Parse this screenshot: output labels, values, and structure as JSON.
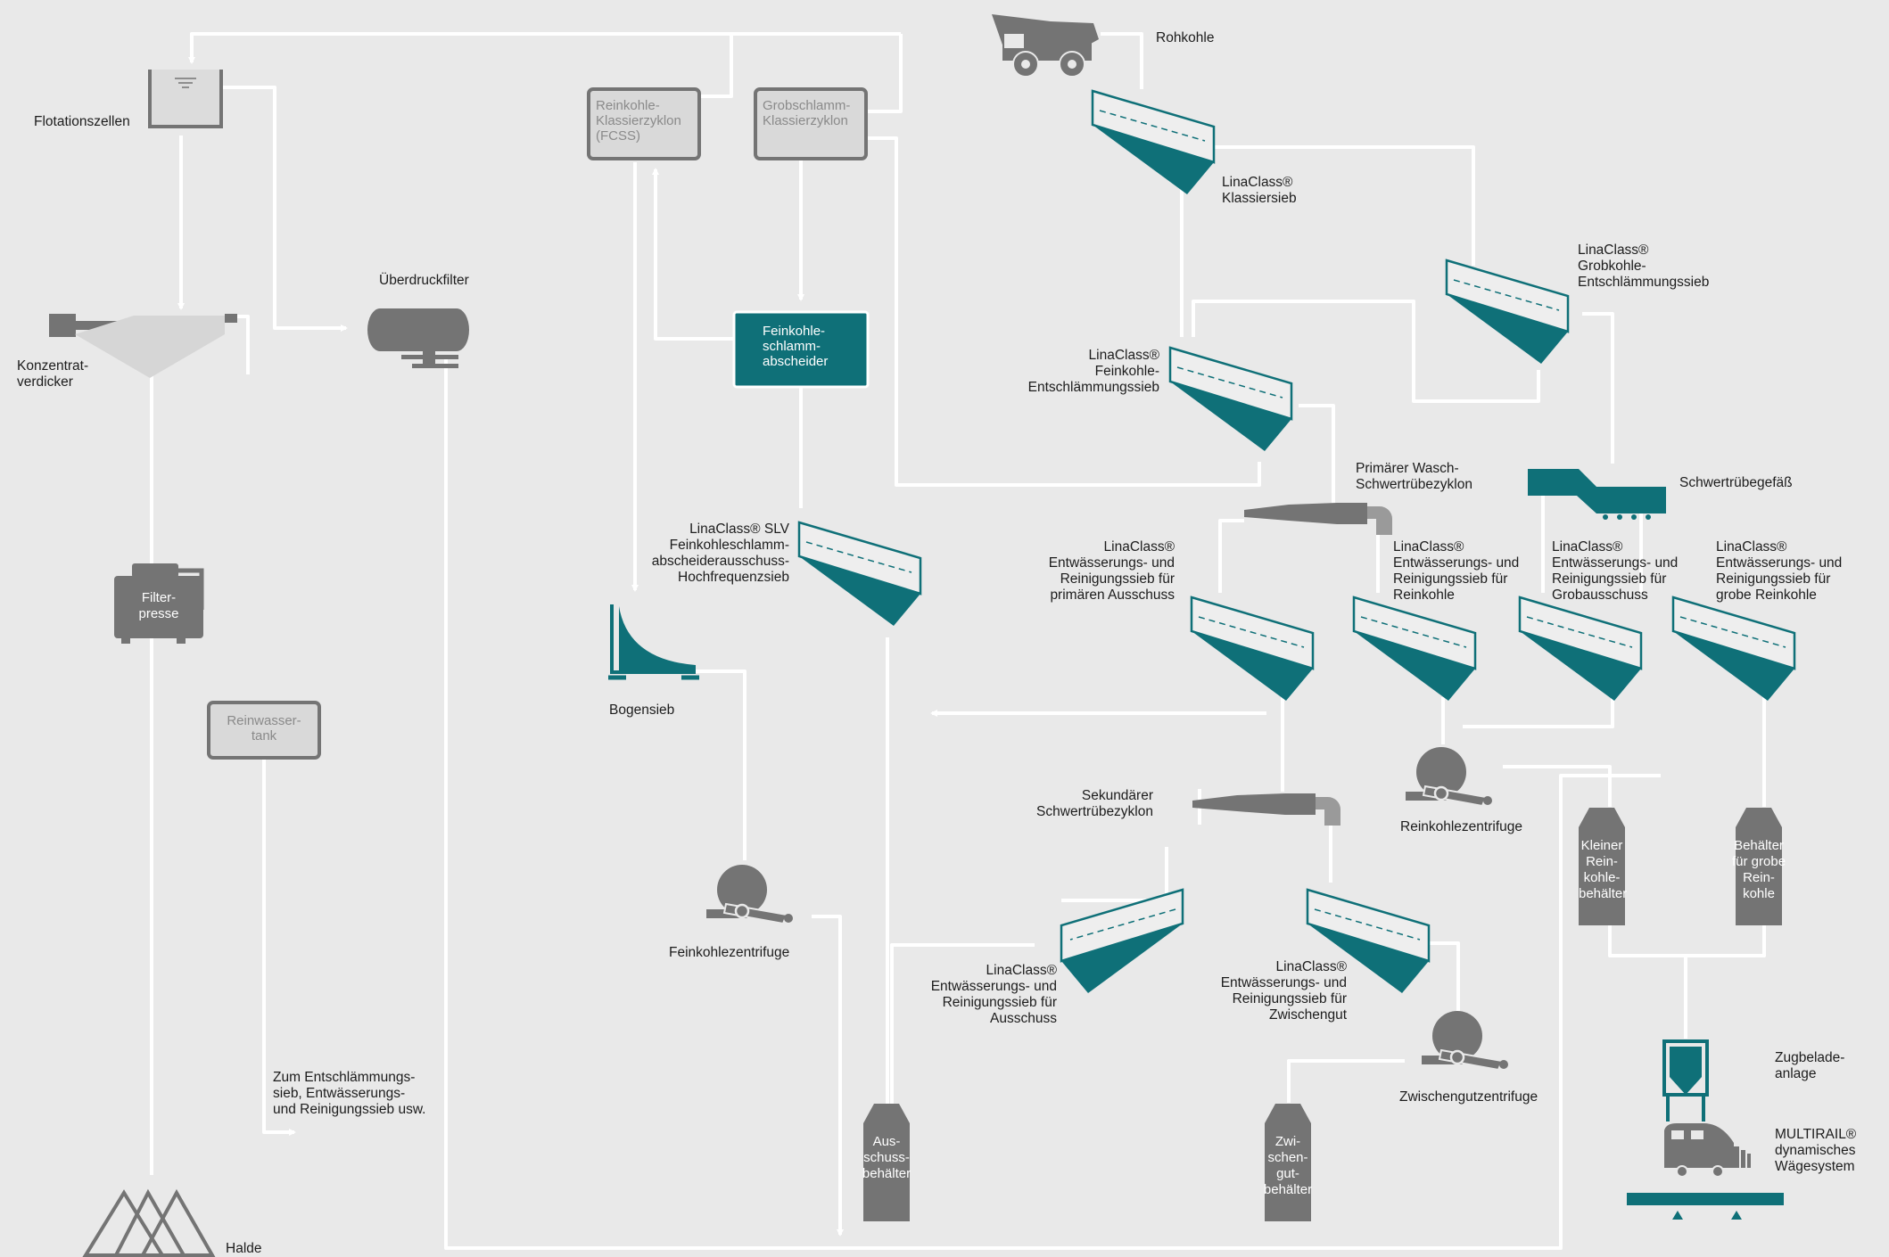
{
  "colors": {
    "background": "#e9e9e9",
    "flow_line": "#ffffff",
    "machine": "#747474",
    "accent": "#0f7078",
    "box_fill": "#d9d9d9",
    "text": "#1c1c1c"
  },
  "labels": {
    "rohkohle": "Rohkohle",
    "flotationszellen": "Flotationszellen",
    "ueberdruckfilter": "Überdruckfilter",
    "konzentratverdicker": "Konzentrat-\nverdicker",
    "klassiersieb": "LinaClass®\nKlassiersieb",
    "grobkohle_sieb": "LinaClass®\nGrobkohle-\nEntschlämmungssieb",
    "feinkohle_sieb": "LinaClass®\nFeinkohle-\nEntschlämmungssieb",
    "primaer_zyklon": "Primärer Wasch-\nSchwertrübezyklon",
    "schwertruebegefaess": "Schwertrübegefäß",
    "sieb_primaer_ausschuss": "LinaClass®\nEntwässerungs- und\nReinigungssieb für\nprimären Ausschuss",
    "sieb_reinkohle": "LinaClass®\nEntwässerungs- und\nReinigungssieb für\nReinkohle",
    "sieb_grobausschuss": "LinaClass®\nEntwässerungs- und\nReinigungssieb für\nGrobausschuss",
    "sieb_grobe_reinkohle": "LinaClass®\nEntwässerungs- und\nReinigungssieb für\ngrobe Reinkohle",
    "slv_sieb": "LinaClass® SLV\nFeinkohleschlamm-\nabscheiderausschuss-\nHochfrequenzsieb",
    "bogensieb": "Bogensieb",
    "reinkohlezentrifuge": "Reinkohlezentrifuge",
    "sekundaer_zyklon": "Sekundärer\nSchwertrübezyklon",
    "feinkohlezentrifuge": "Feinkohlezentrifuge",
    "sieb_ausschuss": "LinaClass®\nEntwässerungs- und\nReinigungssieb für\nAusschuss",
    "sieb_zwischengut": "LinaClass®\nEntwässerungs- und\nReinigungssieb für\nZwischengut",
    "zwischengutzentrifuge": "Zwischengutzentrifuge",
    "zugbeladeanlage": "Zugbelade-\nanlage",
    "multirail": "MULTIRAIL®\ndynamisches\nWägesystem",
    "zum_entschlaemmungssieb": "Zum Entschlämmungs-\nsieb, Entwässerungs-\nund Reinigungssieb usw.",
    "halde": "Halde"
  },
  "boxes": {
    "fcss": "Reinkohle-\nKlassierzyklon\n(FCSS)",
    "grobschlamm": "Grobschlamm-\nKlassierzyklon",
    "feinkohleschlamm": "Feinkohle-\nschlamm-\nabscheider",
    "reinwassertank": "Reinwasser-\ntank"
  },
  "vessels": {
    "filterpresse": "Filter-\npresse",
    "kleiner_reinkohlebehaelter": "Kleiner\nRein-\nkohle-\nbehälter",
    "behaelter_grobe_reinkohle": "Behälter\nfür grobe\nRein-\nkohle",
    "ausschussbehaelter": "Aus-\nschuss-\nbehälter",
    "zwischengutbehaelter": "Zwi-\nschen-\ngut-\nbehälter"
  },
  "icons": [
    "dump-truck-icon",
    "flotation-cell-icon",
    "pressure-filter-icon",
    "thickener-icon",
    "screen-icon",
    "cyclone-icon",
    "centrifuge-icon",
    "silo-icon",
    "train-icon",
    "hopper-icon",
    "stockpile-icon",
    "arrow-icon"
  ]
}
